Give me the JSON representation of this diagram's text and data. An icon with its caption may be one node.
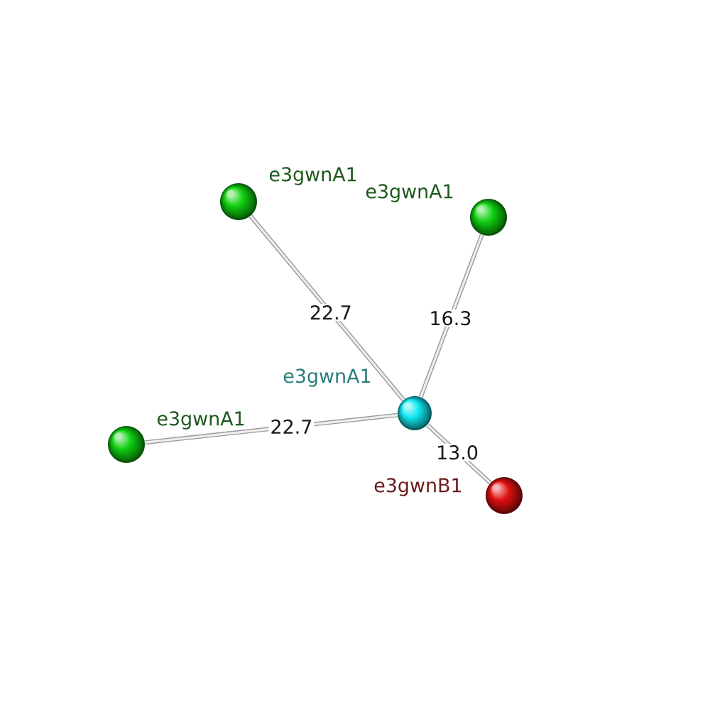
{
  "diagram": {
    "nodes": [
      {
        "text": [],
        "shape": "circle",
        "beside": [
          "e3gwnA1"
        ]
      },
      {
        "text": [],
        "shape": "circle",
        "beside": [
          "e3gwnA1"
        ]
      },
      {
        "text": [],
        "shape": "circle",
        "beside": [
          "e3gwnA1"
        ]
      },
      {
        "text": [],
        "shape": "circle",
        "beside": [
          "e3gwnA1"
        ]
      },
      {
        "text": [],
        "shape": "circle",
        "beside": [
          "e3gwnB1"
        ]
      }
    ],
    "edges": [
      {
        "from": 2,
        "to": 0,
        "arrow": "none",
        "label": "22.7"
      },
      {
        "from": 2,
        "to": 1,
        "arrow": "none",
        "label": "16.3"
      },
      {
        "from": 2,
        "to": 3,
        "arrow": "none",
        "label": "22.7"
      },
      {
        "from": 2,
        "to": 4,
        "arrow": "none",
        "label": "13.0"
      }
    ]
  }
}
